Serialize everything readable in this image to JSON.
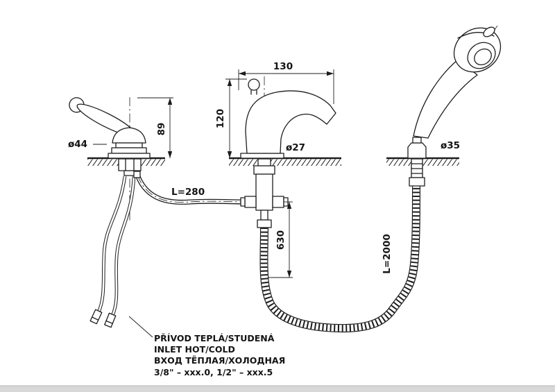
{
  "drawing": {
    "dims": {
      "spout_width": "130",
      "spout_height": "120",
      "handle_height": "89",
      "handle_dia": "ø44",
      "spout_dia": "ø27",
      "shower_dia": "ø35",
      "connect_hose_len": "L=280",
      "drop_len": "630",
      "shower_hose_len": "L=2000"
    },
    "notes": [
      "PŘÍVOD TEPLÁ/STUDENÁ",
      "INLET HOT/COLD",
      "ВХОД ТЁПЛАЯ/ХОЛОДНАЯ",
      "3/8\" – xxx.0,  1/2\" – xxx.5"
    ],
    "colors": {
      "line": "#1c1c1c",
      "background": "#ffffff",
      "footer_bar": "#d8d8d8"
    }
  }
}
